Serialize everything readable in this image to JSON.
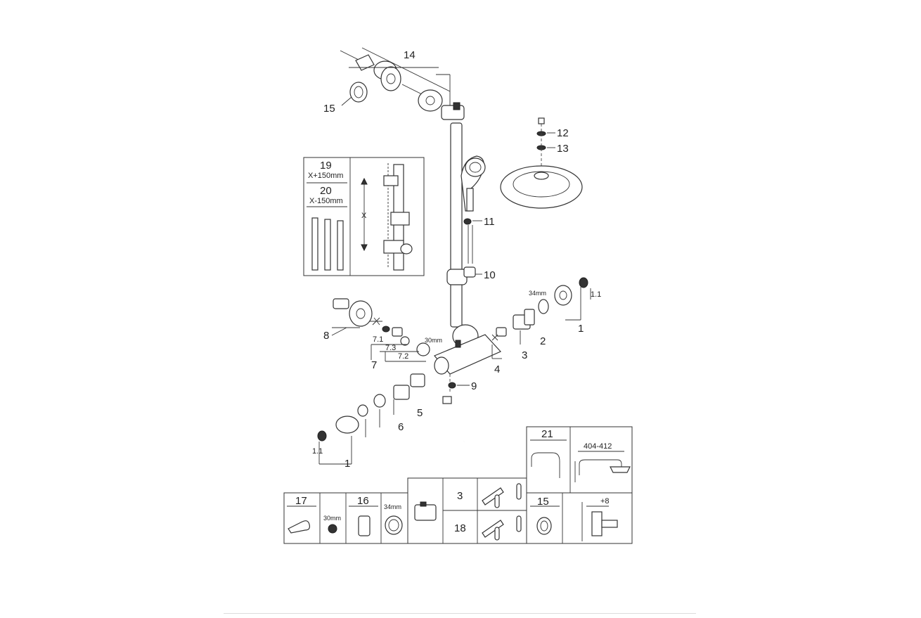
{
  "labels": {
    "p1": "1",
    "p1b": "1",
    "p1_1": "1.1",
    "p1_1b": "1.1",
    "p2": "2",
    "p3": "3",
    "p4": "4",
    "p5": "5",
    "p6": "6",
    "p7": "7",
    "p7_1": "7.1",
    "p7_2": "7.2",
    "p7_3": "7.3",
    "p8": "8",
    "p9": "9",
    "p10": "10",
    "p11": "11",
    "p12": "12",
    "p13": "13",
    "p14": "14",
    "p15": "15"
  },
  "dims": {
    "mm30": "30mm",
    "mm34": "34mm"
  },
  "inset_rails": {
    "p19": "19",
    "p19_dim": "X+150mm",
    "p20": "20",
    "p20_dim": "X-150mm",
    "x": "X"
  },
  "inset_21": {
    "num": "21",
    "dim": "404-412"
  },
  "tools": {
    "p17": "17",
    "p17_dim": "30mm",
    "p16": "16",
    "p16_dim": "34mm",
    "cart3": "3",
    "cart18": "18",
    "p15": "15",
    "p15_dim": "+8"
  }
}
